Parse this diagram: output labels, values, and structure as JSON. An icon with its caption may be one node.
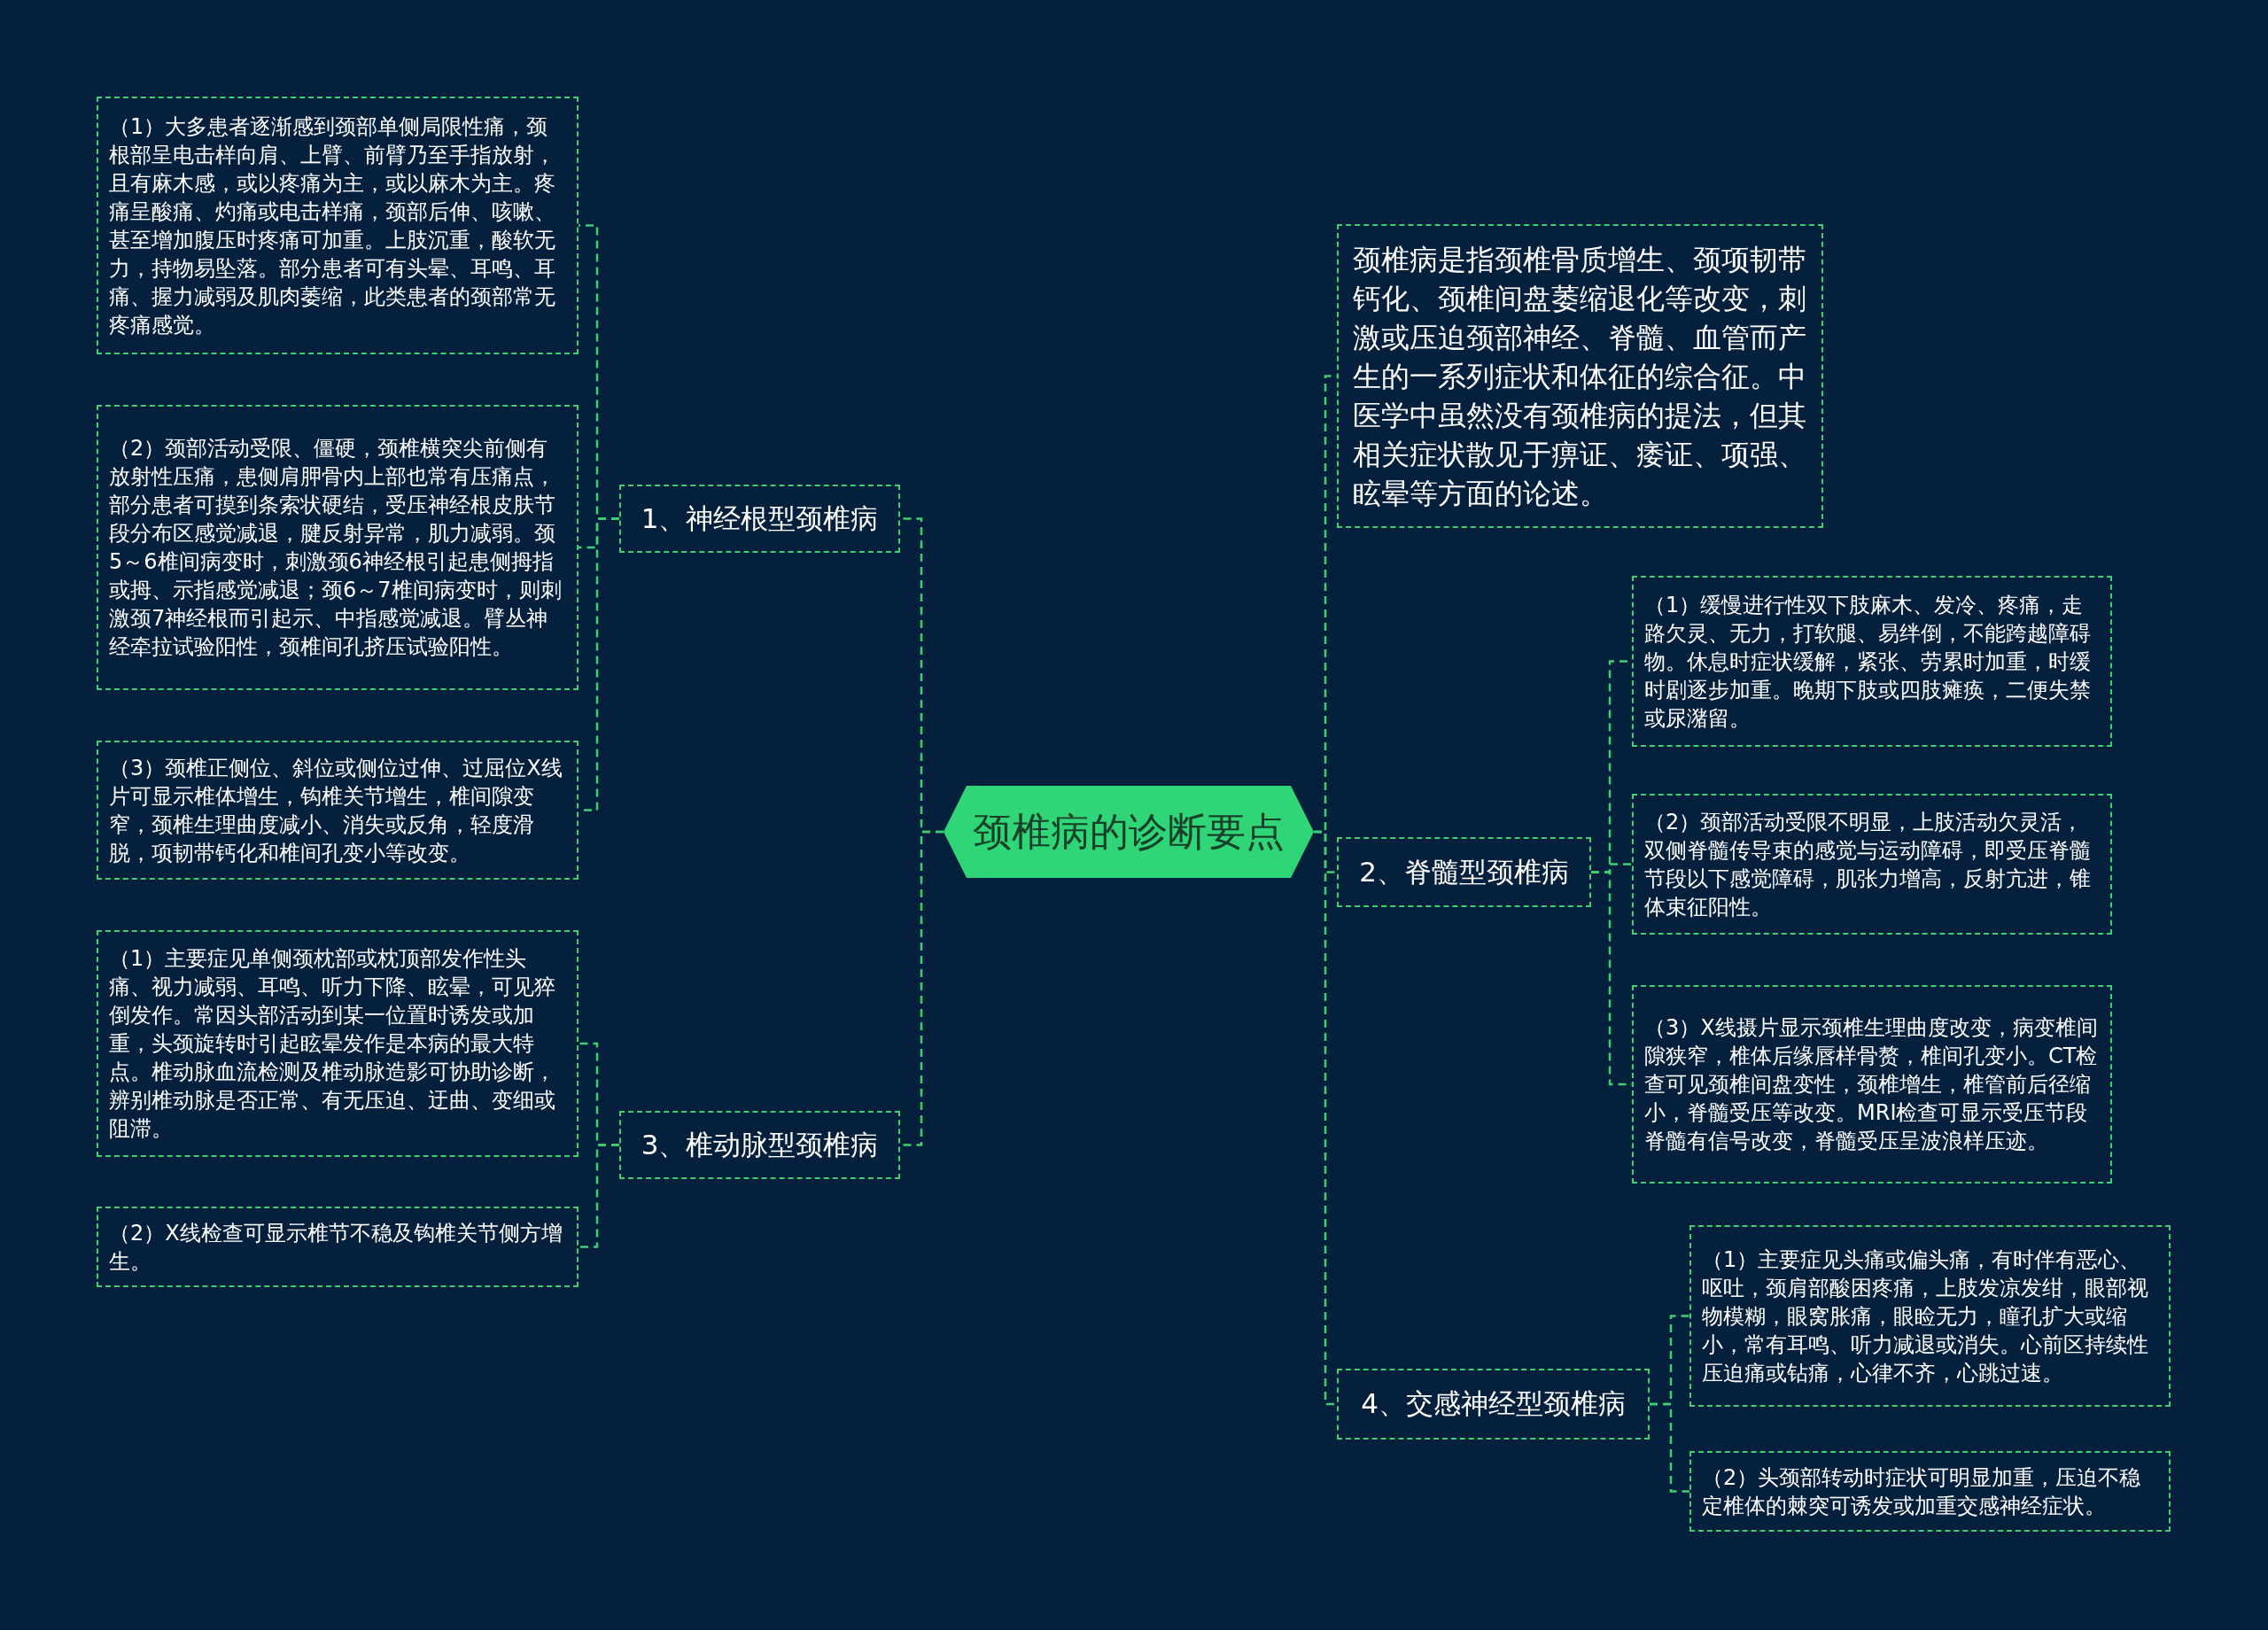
{
  "diagram": {
    "nodes": [
      {
        "text": [
          "颈椎病的诊断要点"
        ]
      },
      {
        "text": [
          "1、神经根型颈椎病"
        ]
      },
      {
        "text": [
          "（1）大多患者逐渐感到颈部单侧局限性痛，颈根部呈电击样向肩、上臂、前臂乃至手指放射，且有麻木感，或以疼痛为主，或以麻木为主。疼痛呈酸痛、灼痛或电击样痛，颈部后伸、咳嗽、甚至增加腹压时疼痛可加重。上肢沉重，酸软无力，持物易坠落。部分患者可有头晕、耳鸣、耳痛、握力减弱及肌肉萎缩，此类患者的颈部常无疼痛感觉。"
        ]
      },
      {
        "text": [
          "（2）颈部活动受限、僵硬，颈椎横突尖前侧有放射性压痛，患侧肩胛骨内上部也常有压痛点，部分患者可摸到条索状硬结，受压神经根皮肤节段分布区感觉减退，腱反射异常，肌力减弱。颈5～6椎间病变时，刺激颈6神经根引起患侧拇指或拇、示指感觉减退；颈6～7椎间病变时，则刺激颈7神经根而引起示、中指感觉减退。臂丛神经牵拉试验阳性，颈椎间孔挤压试验阳性。"
        ]
      },
      {
        "text": [
          "（3）颈椎正侧位、斜位或侧位过伸、过屈位X线片可显示椎体增生，钩椎关节增生，椎间隙变窄，颈椎生理曲度减小、消失或反角，轻度滑脱，项韧带钙化和椎间孔变小等改变。"
        ]
      },
      {
        "text": [
          "3、椎动脉型颈椎病"
        ]
      },
      {
        "text": [
          "（1）主要症见单侧颈枕部或枕顶部发作性头痛、视力减弱、耳鸣、听力下降、眩晕，可见猝倒发作。常因头部活动到某一位置时诱发或加重，头颈旋转时引起眩晕发作是本病的最大特点。椎动脉血流检测及椎动脉造影可协助诊断，辨别椎动脉是否正常、有无压迫、迂曲、变细或阻滞。"
        ]
      },
      {
        "text": [
          "（2）X线检查可显示椎节不稳及钩椎关节侧方增生。"
        ]
      },
      {
        "text": [
          "颈椎病是指颈椎骨质增生、颈项韧带钙化、颈椎间盘萎缩退化等改变，刺激或压迫颈部神经、脊髓、血管而产生的一系列症状和体征的综合征。中医学中虽然没有颈椎病的提法，但其相关症状散见于痹证、痿证、项强、眩晕等方面的论述。"
        ]
      },
      {
        "text": [
          "2、脊髓型颈椎病"
        ]
      },
      {
        "text": [
          "（1）缓慢进行性双下肢麻木、发冷、疼痛，走路欠灵、无力，打软腿、易绊倒，不能跨越障碍物。休息时症状缓解，紧张、劳累时加重，时缓时剧逐步加重。晚期下肢或四肢瘫痪，二便失禁或尿潴留。"
        ]
      },
      {
        "text": [
          "（2）颈部活动受限不明显，上肢活动欠灵活，双侧脊髓传导束的感觉与运动障碍，即受压脊髓节段以下感觉障碍，肌张力增高，反射亢进，锥体束征阳性。"
        ]
      },
      {
        "text": [
          "（3）X线摄片显示颈椎生理曲度改变，病变椎间隙狭窄，椎体后缘唇样骨赘，椎间孔变小。CT检查可见颈椎间盘变性，颈椎增生，椎管前后径缩小，脊髓受压等改变。MRI检查可显示受压节段脊髓有信号改变，脊髓受压呈波浪样压迹。"
        ]
      },
      {
        "text": [
          "4、交感神经型颈椎病"
        ]
      },
      {
        "text": [
          "（1）主要症见头痛或偏头痛，有时伴有恶心、呕吐，颈肩部酸困疼痛，上肢发凉发绀，眼部视物模糊，眼窝胀痛，眼睑无力，瞳孔扩大或缩小，常有耳鸣、听力减退或消失。心前区持续性压迫痛或钻痛，心律不齐，心跳过速。"
        ]
      },
      {
        "text": [
          "（2）头颈部转动时症状可明显加重，压迫不稳定椎体的棘突可诱发或加重交感神经症状。"
        ]
      }
    ],
    "edges": [
      {
        "from": 0,
        "to": 1,
        "arrow": "none"
      },
      {
        "from": 1,
        "to": 2,
        "arrow": "none"
      },
      {
        "from": 1,
        "to": 3,
        "arrow": "none"
      },
      {
        "from": 1,
        "to": 4,
        "arrow": "none"
      },
      {
        "from": 0,
        "to": 5,
        "arrow": "none"
      },
      {
        "from": 5,
        "to": 6,
        "arrow": "none"
      },
      {
        "from": 5,
        "to": 7,
        "arrow": "none"
      },
      {
        "from": 0,
        "to": 8,
        "arrow": "none"
      },
      {
        "from": 0,
        "to": 9,
        "arrow": "none"
      },
      {
        "from": 9,
        "to": 10,
        "arrow": "none"
      },
      {
        "from": 9,
        "to": 11,
        "arrow": "none"
      },
      {
        "from": 9,
        "to": 12,
        "arrow": "none"
      },
      {
        "from": 0,
        "to": 13,
        "arrow": "none"
      },
      {
        "from": 13,
        "to": 14,
        "arrow": "none"
      },
      {
        "from": 13,
        "to": 15,
        "arrow": "none"
      }
    ]
  }
}
